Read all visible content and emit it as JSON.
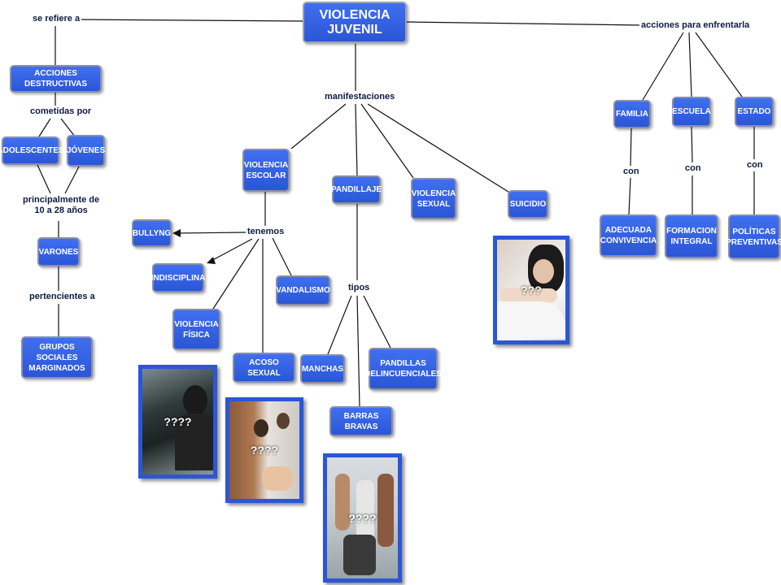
{
  "root": "VIOLENCIA JUVENIL",
  "labels": {
    "se_refiere": "se refiere a",
    "acciones_para": "acciones para enfrentarla",
    "manifestaciones": "manifestaciones",
    "cometidas_por": "cometidas por",
    "principalmente": "principalmente de\n10 a 28 años",
    "pertenecientes": "pertencientes a",
    "tenemos": "tenemos",
    "tipos": "tipos",
    "con1": "con",
    "con2": "con",
    "con3": "con"
  },
  "nodes": {
    "acciones_destructivas": "ACCIONES DESTRUCTIVAS",
    "adolescentes": "ADOLESCENTES",
    "jovenes": "JÓVENES",
    "varones": "VARONES",
    "grupos_sociales": "GRUPOS SOCIALES\nMARGINADOS",
    "violencia_escolar": "VIOLENCIA\nESCOLAR",
    "pandillaje": "PANDILLAJE",
    "violencia_sexual": "VIOLENCIA\nSEXUAL",
    "suicidio": "SUICIDIO",
    "bullyng": "BULLYNG",
    "indisciplina": "INDISCIPLINA",
    "vandalismo": "VANDALISMO",
    "violencia_fisica": "VIOLENCIA\nFÍSICA",
    "acoso_sexual": "ACOSO SEXUAL",
    "manchas": "MANCHAS",
    "barras_bravas": "BARRAS BRAVAS",
    "pandillas_delincuenciales": "PANDILLAS\nDELINCUENCIALES",
    "familia": "FAMILIA",
    "escuela": "ESCUELA",
    "estado": "ESTADO",
    "adecuada_convivencia": "ADECUADA\nCONVIVENCIA",
    "formacion_integral": "FORMACION\nINTEGRAL",
    "politicas_preventivas": "POLÍTICAS\nPREVENTIVAS"
  },
  "photos": {
    "violencia_fisica_photo": "????",
    "acoso_photo": "????",
    "pandillas_photo": "????",
    "suicidio_photo": "???"
  },
  "colors": {
    "node_fill": "#2f5fe0",
    "node_border": "#8a8fa8",
    "label_text": "#0f1a44",
    "line": "#111111"
  }
}
